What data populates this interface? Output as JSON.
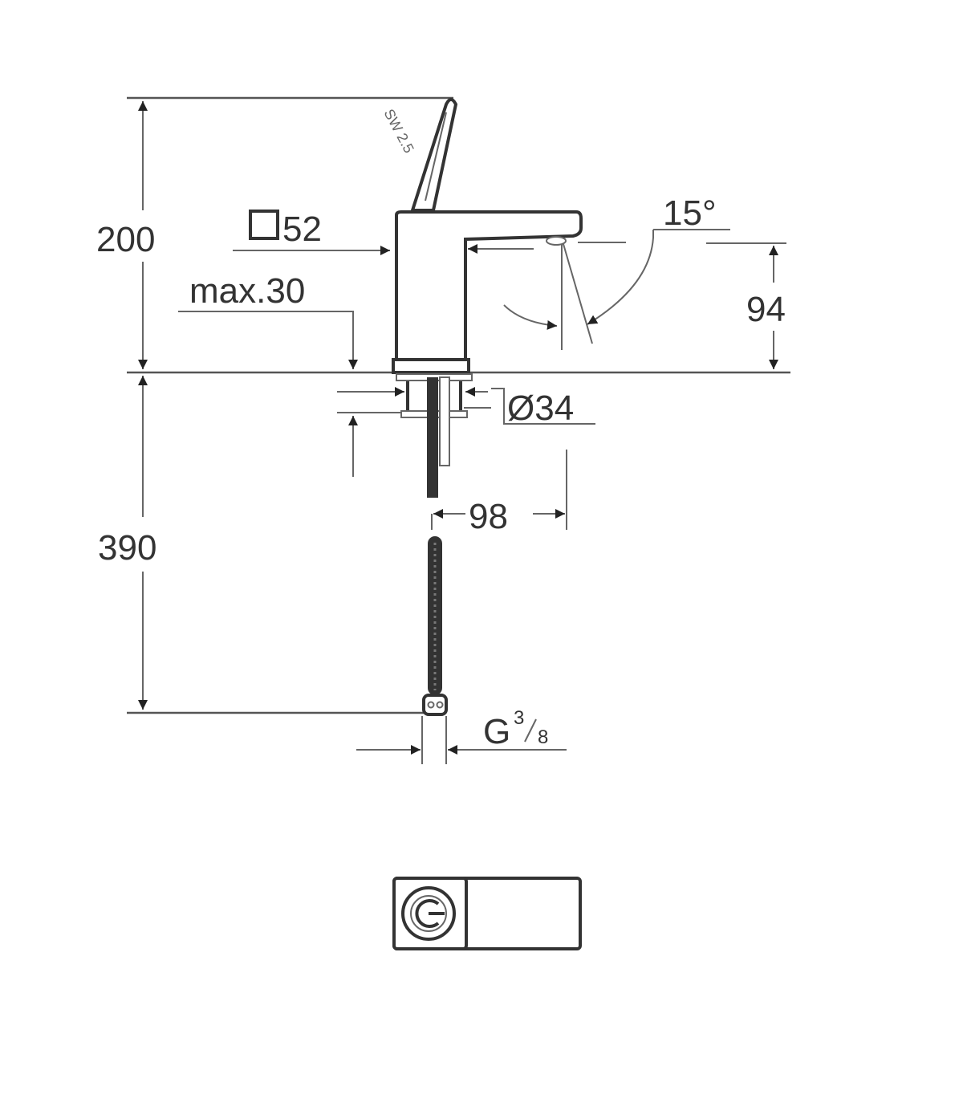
{
  "drawing": {
    "title": "Single-lever basin mixer dimension drawing",
    "dimensions": {
      "overall_height": "200",
      "body_square": "52",
      "max_counter_thickness": "max.30",
      "spout_angle": "15°",
      "spout_height": "94",
      "mount_diameter": "Ø34",
      "spout_projection": "98",
      "hose_length": "390",
      "connection_thread_base": "G",
      "connection_thread_num": "3",
      "connection_thread_den": "8",
      "hex_key_label": "SW 2.5"
    },
    "views": [
      "side-elevation",
      "top-plan"
    ],
    "colors": {
      "line": "#555555",
      "text": "#333333",
      "background": "#ffffff"
    }
  }
}
